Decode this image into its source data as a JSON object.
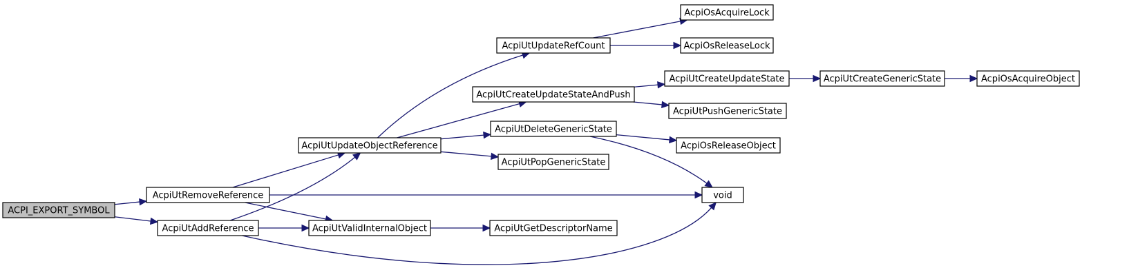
{
  "colors": {
    "edge": "#191970",
    "node_fill": "#ffffff",
    "root_fill": "#bfbfbf",
    "node_border": "#000000"
  },
  "nodes": [
    {
      "id": "acpi_export_symbol",
      "label": "ACPI_EXPORT_SYMBOL",
      "root": true
    },
    {
      "id": "acpi_ut_remove_reference",
      "label": "AcpiUtRemoveReference"
    },
    {
      "id": "acpi_ut_add_reference",
      "label": "AcpiUtAddReference"
    },
    {
      "id": "acpi_ut_update_object_reference",
      "label": "AcpiUtUpdateObjectReference"
    },
    {
      "id": "acpi_ut_valid_internal_object",
      "label": "AcpiUtValidInternalObject"
    },
    {
      "id": "acpi_ut_update_ref_count",
      "label": "AcpiUtUpdateRefCount"
    },
    {
      "id": "acpi_ut_create_update_state_and_push",
      "label": "AcpiUtCreateUpdateStateAndPush"
    },
    {
      "id": "acpi_ut_delete_generic_state",
      "label": "AcpiUtDeleteGenericState"
    },
    {
      "id": "acpi_ut_pop_generic_state",
      "label": "AcpiUtPopGenericState"
    },
    {
      "id": "acpi_ut_get_descriptor_name",
      "label": "AcpiUtGetDescriptorName"
    },
    {
      "id": "acpi_os_acquire_lock",
      "label": "AcpiOsAcquireLock"
    },
    {
      "id": "acpi_os_release_lock",
      "label": "AcpiOsReleaseLock"
    },
    {
      "id": "acpi_ut_create_update_state",
      "label": "AcpiUtCreateUpdateState"
    },
    {
      "id": "acpi_ut_push_generic_state",
      "label": "AcpiUtPushGenericState"
    },
    {
      "id": "acpi_os_release_object",
      "label": "AcpiOsReleaseObject"
    },
    {
      "id": "void",
      "label": "void"
    },
    {
      "id": "acpi_ut_create_generic_state",
      "label": "AcpiUtCreateGenericState"
    },
    {
      "id": "acpi_os_acquire_object",
      "label": "AcpiOsAcquireObject"
    }
  ],
  "edges": [
    {
      "from": "acpi_export_symbol",
      "to": "acpi_ut_remove_reference"
    },
    {
      "from": "acpi_export_symbol",
      "to": "acpi_ut_add_reference"
    },
    {
      "from": "acpi_ut_remove_reference",
      "to": "acpi_ut_update_object_reference"
    },
    {
      "from": "acpi_ut_remove_reference",
      "to": "void"
    },
    {
      "from": "acpi_ut_remove_reference",
      "to": "acpi_ut_valid_internal_object"
    },
    {
      "from": "acpi_ut_add_reference",
      "to": "acpi_ut_update_object_reference"
    },
    {
      "from": "acpi_ut_add_reference",
      "to": "acpi_ut_valid_internal_object"
    },
    {
      "from": "acpi_ut_add_reference",
      "to": "void"
    },
    {
      "from": "acpi_ut_update_object_reference",
      "to": "acpi_ut_update_ref_count"
    },
    {
      "from": "acpi_ut_update_object_reference",
      "to": "acpi_ut_create_update_state_and_push"
    },
    {
      "from": "acpi_ut_update_object_reference",
      "to": "acpi_ut_delete_generic_state"
    },
    {
      "from": "acpi_ut_update_object_reference",
      "to": "acpi_ut_pop_generic_state"
    },
    {
      "from": "acpi_ut_valid_internal_object",
      "to": "acpi_ut_get_descriptor_name"
    },
    {
      "from": "acpi_ut_update_ref_count",
      "to": "acpi_os_acquire_lock"
    },
    {
      "from": "acpi_ut_update_ref_count",
      "to": "acpi_os_release_lock"
    },
    {
      "from": "acpi_ut_create_update_state_and_push",
      "to": "acpi_ut_create_update_state"
    },
    {
      "from": "acpi_ut_create_update_state_and_push",
      "to": "acpi_ut_push_generic_state"
    },
    {
      "from": "acpi_ut_delete_generic_state",
      "to": "acpi_os_release_object"
    },
    {
      "from": "acpi_ut_delete_generic_state",
      "to": "void"
    },
    {
      "from": "acpi_ut_create_update_state",
      "to": "acpi_ut_create_generic_state"
    },
    {
      "from": "acpi_ut_create_generic_state",
      "to": "acpi_os_acquire_object"
    }
  ]
}
